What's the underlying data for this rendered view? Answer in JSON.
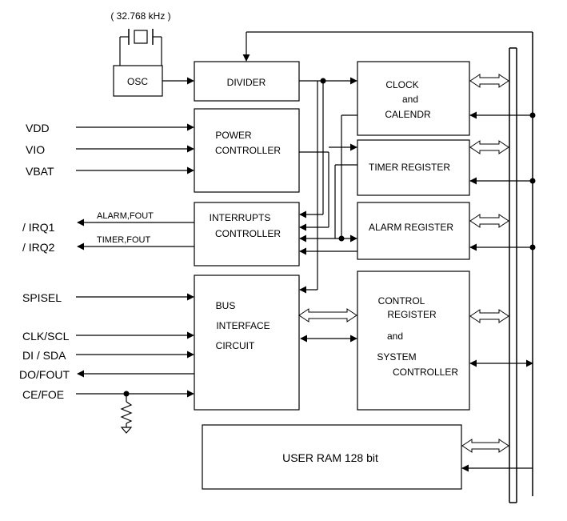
{
  "crystal": {
    "frequency": "( 32.768 kHz )"
  },
  "blocks": {
    "osc": "OSC",
    "divider": "DIVIDER",
    "clock": [
      "CLOCK",
      "and",
      "CALENDR"
    ],
    "power": [
      "POWER",
      "CONTROLLER"
    ],
    "timer": "TIMER REGISTER",
    "interrupts": [
      "INTERRUPTS",
      "CONTROLLER"
    ],
    "alarm": "ALARM REGISTER",
    "bus": [
      "BUS",
      "INTERFACE",
      "CIRCUIT"
    ],
    "control": [
      "CONTROL",
      "REGISTER",
      "and",
      "SYSTEM",
      "CONTROLLER"
    ],
    "ram": "USER RAM 128 bit"
  },
  "pins": {
    "vdd": "VDD",
    "vio": "VIO",
    "vbat": "VBAT",
    "irq1": "/ IRQ1",
    "irq2": "/ IRQ2",
    "spisel": "SPISEL",
    "clk": "CLK/SCL",
    "di": "DI / SDA",
    "do": "DO/FOUT",
    "ce": "CE/FOE"
  },
  "signals": {
    "alarm_fout": "ALARM,FOUT",
    "timer_fout": "TIMER,FOUT"
  }
}
